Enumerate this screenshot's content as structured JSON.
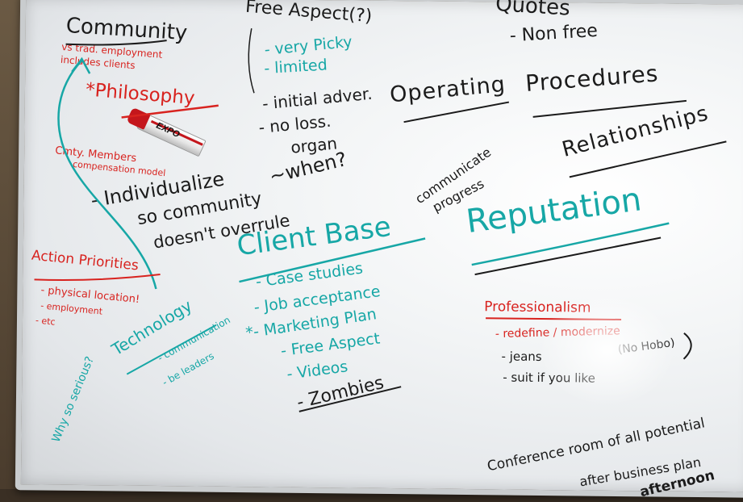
{
  "colors": {
    "black_ink": "#1b1b1b",
    "red_ink": "#d8231f",
    "teal_ink": "#17a7a6"
  },
  "board": {
    "community": {
      "title": "Community",
      "note": "vs trad. employment includes clients"
    },
    "philosophy": "*Philosophy",
    "marker_brand": "EXPO",
    "cmty": {
      "title": "Cmty. Members",
      "note": "compensation model"
    },
    "individualize": [
      "- Individualize",
      "so community",
      "doesn't overrule"
    ],
    "when": "~when?",
    "action": {
      "title": "Action Priorities",
      "items": [
        "- physical location!",
        "- employment",
        "- etc"
      ]
    },
    "technology": {
      "title": "Technology",
      "items": [
        "- communication",
        "- be leaders"
      ]
    },
    "why_so_serious": "Why so serious?",
    "free_aspect_header": "Free Aspect(?)",
    "free_aspect_items": [
      "- very Picky",
      "- limited",
      "- initial adver.",
      "- no loss.",
      "organ"
    ],
    "quotes": [
      "Quotes",
      "- Non free"
    ],
    "operating": "Operating",
    "procedures": "Procedures",
    "relationships": "Relationships",
    "communicate": "communicate",
    "progress": "progress",
    "reputation": "Reputation",
    "client_base": {
      "title": "Client Base",
      "items": [
        "- Case studies",
        "- Job acceptance",
        "*- Marketing Plan",
        "- Free Aspect",
        "- Videos",
        "- Zombies"
      ]
    },
    "professionalism": {
      "title": "Professionalism",
      "items": [
        "- redefine / modernize",
        "- jeans",
        "- suit if you like",
        "(No Hobo)"
      ]
    },
    "footer": [
      "Conference room of all potential",
      "after business plan",
      "afternoon"
    ]
  }
}
